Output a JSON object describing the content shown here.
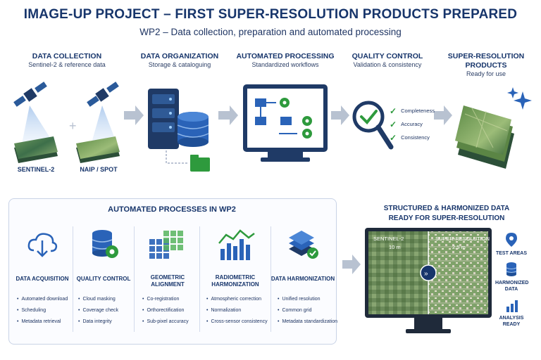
{
  "header": {
    "title": "IMAGE-UP PROJECT – FIRST SUPER-RESOLUTION PRODUCTS PREPARED",
    "subtitle": "WP2 – Data collection, preparation and automated processing"
  },
  "stages": [
    {
      "title": "DATA COLLECTION",
      "subtitle": "Sentinel-2 & reference data"
    },
    {
      "title": "DATA ORGANIZATION",
      "subtitle": "Storage & cataloguing"
    },
    {
      "title": "AUTOMATED PROCESSING",
      "subtitle": "Standardized workflows"
    },
    {
      "title": "QUALITY CONTROL",
      "subtitle": "Validation & consistency"
    },
    {
      "title": "SUPER-RESOLUTION\nPRODUCTS",
      "subtitle": "Ready for use"
    }
  ],
  "sources": {
    "left": "SENTINEL-2",
    "right": "NAIP / SPOT",
    "plus": "+"
  },
  "qc_checks": [
    "Completeness",
    "Accuracy",
    "Consistency"
  ],
  "panel": {
    "title": "AUTOMATED PROCESSES IN WP2",
    "processes": [
      {
        "title": "DATA ACQUISITION",
        "icon": "cloud-download-icon",
        "items": [
          "Automated download",
          "Scheduling",
          "Metadata retrieval"
        ]
      },
      {
        "title": "QUALITY CONTROL",
        "icon": "database-gear-icon",
        "items": [
          "Cloud masking",
          "Coverage check",
          "Data integrity"
        ]
      },
      {
        "title": "GEOMETRIC\nALIGNMENT",
        "icon": "grid-overlay-icon",
        "items": [
          "Co-registration",
          "Orthorectification",
          "Sub-pixel accuracy"
        ]
      },
      {
        "title": "RADIOMETRIC\nHARMONIZATION",
        "icon": "bar-chart-icon",
        "items": [
          "Atmospheric correction",
          "Normalization",
          "Cross-sensor consistency"
        ]
      },
      {
        "title": "DATA HARMONIZATION",
        "icon": "layers-check-icon",
        "items": [
          "Unified resolution",
          "Common grid",
          "Metadata standardization"
        ]
      }
    ]
  },
  "result": {
    "title": "STRUCTURED & HARMONIZED DATA\nREADY FOR SUPER-RESOLUTION",
    "left_label": "SENTINEL-2",
    "left_res": "10 m",
    "right_label": "SUPER-RESOLUTION",
    "right_res": "2.5 m",
    "side": [
      {
        "label": "TEST AREAS",
        "icon": "map-pin-icon"
      },
      {
        "label": "HARMONIZED\nDATA",
        "icon": "database-icon"
      },
      {
        "label": "ANALYSIS\nREADY",
        "icon": "bar-chart-icon"
      }
    ]
  },
  "colors": {
    "navy": "#17356b",
    "accent": "#2a63b8",
    "green": "#2e9a3d",
    "arrow": "#b8c2d1"
  }
}
